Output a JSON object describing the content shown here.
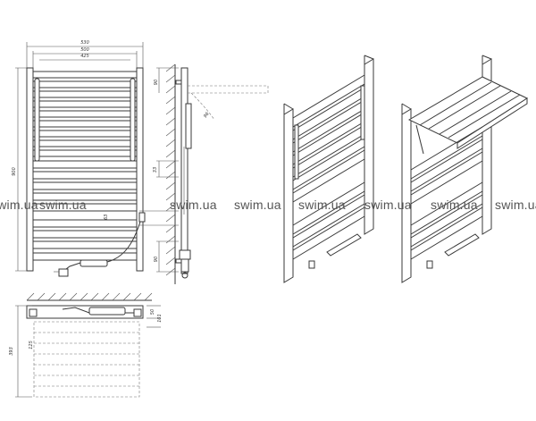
{
  "watermark": "swim.ua",
  "dimensions": {
    "width_total": "530",
    "width_mid": "500",
    "width_inner": "425",
    "height_total": "900",
    "side_top": "90",
    "side_mid": "33",
    "side_low": "63",
    "side_bottom": "90",
    "side_depth": "96",
    "plan_a": "101",
    "plan_b": "50",
    "plan_c": "393",
    "plan_d": "125"
  },
  "colors": {
    "line": "#3a3a3a",
    "text": "#333333",
    "watermark": "#555555"
  }
}
